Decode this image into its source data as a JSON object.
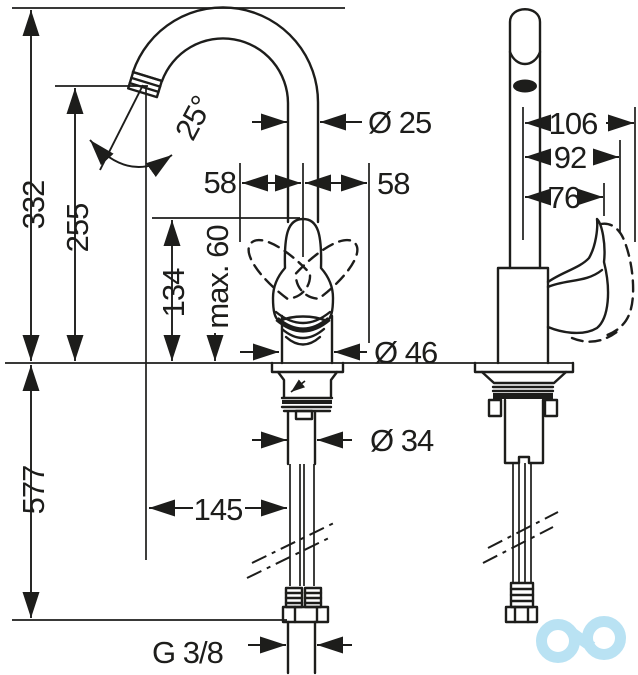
{
  "page": {
    "background_color": "#ffffff",
    "line_color": "#1d1d1b"
  },
  "front_view": {
    "labels": {
      "overall_height": "332",
      "outlet_height": "255",
      "body_height": "134",
      "max_mounting_thickness": "max. 60",
      "under_counter_depth": "577",
      "spout_angle": "25°",
      "spout_pipe_diameter": "Ø 25",
      "offset_left": "58",
      "offset_right": "58",
      "base_diameter": "Ø 46",
      "shank_diameter": "Ø 34",
      "spout_reach": "145",
      "connection_thread": "G 3/8"
    }
  },
  "side_view": {
    "labels": {
      "depth_outer": "106",
      "depth_mid": "92",
      "depth_inner": "76"
    }
  },
  "watermark": {
    "name": "co-logo",
    "color": "#b9e2f3"
  }
}
